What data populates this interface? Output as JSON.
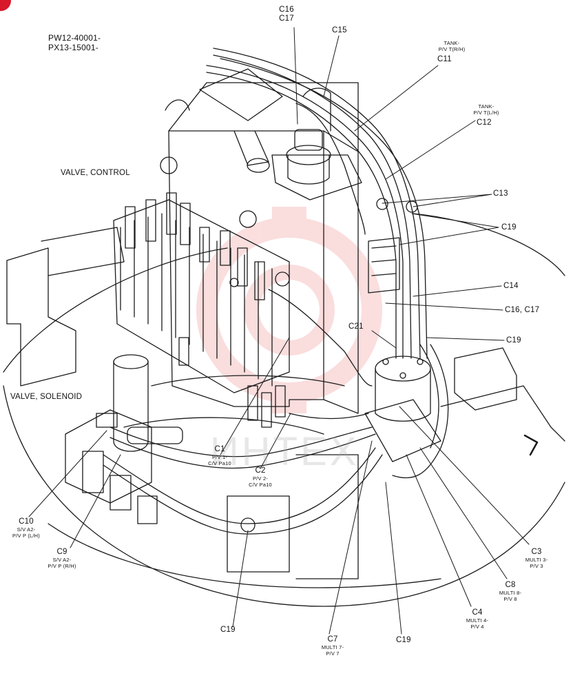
{
  "header": {
    "serial_1": "PW12-40001-",
    "serial_2": "PX13-15001-"
  },
  "sections": {
    "valve_control": "VALVE, CONTROL",
    "valve_solenoid": "VALVE, SOLENOID"
  },
  "callouts": {
    "c16_c17_top": {
      "line1": "C16",
      "line2": "C17"
    },
    "c15": {
      "code": "C15"
    },
    "c11": {
      "desc1": "TANK-",
      "desc2": "P/V T(R/H)",
      "code": "C11"
    },
    "c12": {
      "desc1": "TANK-",
      "desc2": "P/V T(L/H)",
      "code": "C12"
    },
    "c13": {
      "code": "C13"
    },
    "c19_a": {
      "code": "C19"
    },
    "c14": {
      "code": "C14"
    },
    "c16_c17_mid": {
      "code": "C16, C17"
    },
    "c21": {
      "code": "C21"
    },
    "c19_b": {
      "code": "C19"
    },
    "c1": {
      "code": "C1",
      "desc1": "P/V 1-",
      "desc2": "C/V Pa10"
    },
    "c2": {
      "code": "C2",
      "desc1": "P/V 2-",
      "desc2": "C/V Pa10"
    },
    "c10": {
      "code": "C10",
      "desc1": "S/V A2-",
      "desc2": "P/V P (L/H)"
    },
    "c9": {
      "code": "C9",
      "desc1": "S/V A2-",
      "desc2": "P/V P (R/H)"
    },
    "c19_c": {
      "code": "C19"
    },
    "c7": {
      "code": "C7",
      "desc1": "MULTI 7-",
      "desc2": "P/V 7"
    },
    "c19_d": {
      "code": "C19"
    },
    "c4": {
      "code": "C4",
      "desc1": "MULTI 4-",
      "desc2": "P/V 4"
    },
    "c8": {
      "code": "C8",
      "desc1": "MULTI 8-",
      "desc2": "P/V 8"
    },
    "c3": {
      "code": "C3",
      "desc1": "MULTI 3-",
      "desc2": "P/V 3"
    }
  },
  "watermark": {
    "text": "ИНТЕХ"
  },
  "colors": {
    "line": "#1a1a1a",
    "watermark": "#e84a4a",
    "badge": "#d8182b"
  }
}
